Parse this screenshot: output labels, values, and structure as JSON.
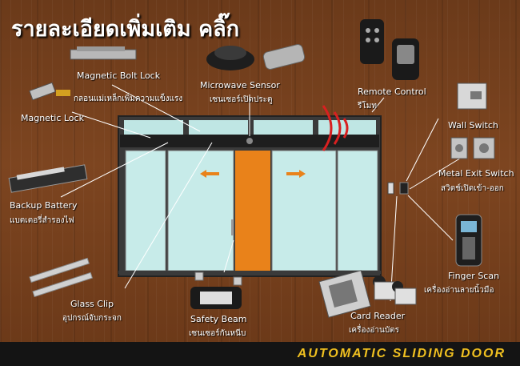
{
  "header": {
    "title": "รายละเอียดเพิ่มเติม คลิ๊ก"
  },
  "devices": {
    "magnetic_bolt_lock": {
      "label": "Magnetic Bolt Lock",
      "sub": "กลอนแม่เหล็กเพิ่มความแข็งแรง"
    },
    "magnetic_lock": {
      "label": "Magnetic Lock"
    },
    "microwave_sensor": {
      "label": "Microwave Sensor",
      "sub": "เซนเซอร์เปิดประตู"
    },
    "remote_control": {
      "label": "Remote Control",
      "sub": "รีโมท"
    },
    "wall_switch": {
      "label": "Wall Switch"
    },
    "metal_exit_switch": {
      "label": "Metal Exit Switch",
      "sub": "สวิตช์เปิดเข้า-ออก"
    },
    "backup_battery": {
      "label": "Backup Battery",
      "sub": "แบตเตอรี่สำรองไฟ"
    },
    "finger_scan": {
      "label": "Finger Scan",
      "sub": "เครื่องอ่านลายนิ้วมือ"
    },
    "glass_clip": {
      "label": "Glass Clip",
      "sub": "อุปกรณ์จับกระจก"
    },
    "safety_beam": {
      "label": "Safety Beam",
      "sub": "เซนเซอร์กันหนีบ"
    },
    "card_reader": {
      "label": "Card Reader",
      "sub": "เครื่องอ่านบัตร"
    }
  },
  "footer": {
    "brand": "AUTOMATIC SLIDING DOOR"
  }
}
